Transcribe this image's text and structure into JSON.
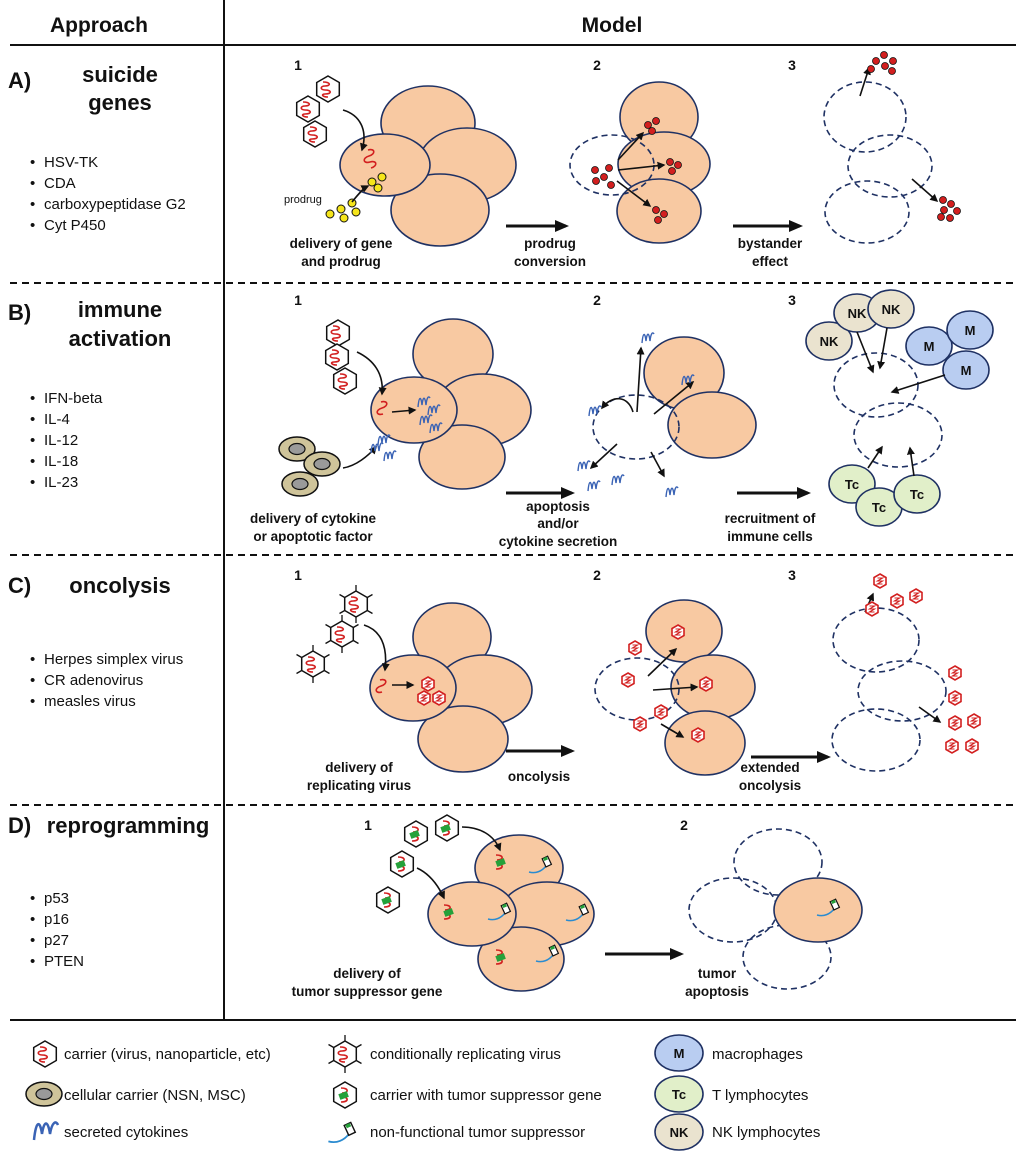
{
  "header": {
    "approach": "Approach",
    "model": "Model"
  },
  "sections": [
    {
      "id": "A",
      "title_letter": "A)",
      "title_lines": [
        "suicide",
        "genes"
      ],
      "bullets": [
        "HSV-TK",
        "CDA",
        "carboxypeptidase G2",
        "Cyt P450"
      ],
      "steps": [
        "1",
        "2",
        "3"
      ],
      "captions": [
        [
          "delivery of gene",
          "and prodrug"
        ],
        [
          "prodrug",
          "conversion"
        ],
        [
          "bystander",
          "effect"
        ]
      ],
      "extra_label": "prodrug"
    },
    {
      "id": "B",
      "title_letter": "B)",
      "title_lines": [
        "immune",
        "activation"
      ],
      "bullets": [
        "IFN-beta",
        "IL-4",
        "IL-12",
        "IL-18",
        "IL-23"
      ],
      "steps": [
        "1",
        "2",
        "3"
      ],
      "captions": [
        [
          "delivery of cytokine",
          "or apoptotic factor"
        ],
        [
          "apoptosis",
          "and/or",
          "cytokine secretion"
        ],
        [
          "recruitment of",
          "immune cells"
        ]
      ],
      "cell_labels": {
        "nk": "NK",
        "m": "M",
        "tc": "Tc"
      }
    },
    {
      "id": "C",
      "title_letter": "C)",
      "title_lines": [
        "oncolysis"
      ],
      "bullets": [
        "Herpes simplex virus",
        "CR adenovirus",
        "measles virus"
      ],
      "steps": [
        "1",
        "2",
        "3"
      ],
      "captions": [
        [
          "delivery of",
          "replicating virus"
        ],
        [
          "oncolysis"
        ],
        [
          "extended",
          "oncolysis"
        ]
      ]
    },
    {
      "id": "D",
      "title_letter": "D)",
      "title_lines": [
        "reprogramming"
      ],
      "bullets": [
        "p53",
        "p16",
        "p27",
        "PTEN"
      ],
      "steps": [
        "1",
        "2"
      ],
      "captions": [
        [
          "delivery of",
          "tumor suppressor gene"
        ],
        [
          "tumor",
          "apoptosis"
        ]
      ]
    }
  ],
  "legend": [
    {
      "icon": "carrier",
      "label": "carrier (virus, nanoparticle, etc)"
    },
    {
      "icon": "cellular-carrier",
      "label": "cellular carrier (NSN, MSC)"
    },
    {
      "icon": "cytokine",
      "label": "secreted cytokines"
    },
    {
      "icon": "replicating-virus",
      "label": "conditionally replicating virus"
    },
    {
      "icon": "suppressor-carrier",
      "label": "carrier with tumor suppressor gene"
    },
    {
      "icon": "nonfunctional-suppressor",
      "label": "non-functional tumor suppressor"
    },
    {
      "icon": "macrophage",
      "badge": "M",
      "label": "macrophages"
    },
    {
      "icon": "t-lymphocyte",
      "badge": "Tc",
      "label": "T lymphocytes"
    },
    {
      "icon": "nk-lymphocyte",
      "badge": "NK",
      "label": "NK lymphocytes"
    }
  ],
  "colors": {
    "tumor_cell": "#f8c9a2",
    "cell_outline": "#1f3163",
    "prodrug": "#f5e51b",
    "drug": "#d21f1f",
    "cytokine": "#3a63b5",
    "macrophage": "#b9cdf1",
    "t_cell": "#e1efc9",
    "nk_cell": "#eae3cf",
    "carrier_cell": "#cfc49a",
    "suppressor_gene": "#25a13a"
  }
}
